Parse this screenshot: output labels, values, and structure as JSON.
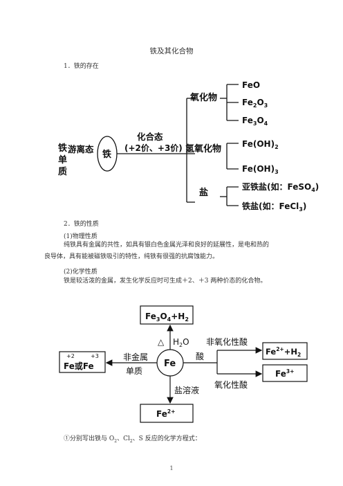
{
  "doc": {
    "title": "铁及其化合物",
    "section1": "1．铁的存在",
    "section2": "2．铁的性质",
    "sub1": "(1)物理性质",
    "para1_line1": "纯铁具有金属的共性，如具有银白色金属光泽和良好的延展性，是电和热的",
    "para1_line2": "良导体，具有能被磁铁吸引的特性，纯铁有很强的抗腐蚀能力。",
    "sub2": "(2)化学性质",
    "para2": "铁是较活泼的金属，发生化学反应时可生成＋2、＋3 两种价态的化合物。",
    "q1_prefix": "①分别写出铁与 O",
    "q1_o2sub": "2",
    "q1_mid1": "、Cl",
    "q1_cl2sub": "2",
    "q1_mid2": "、S 反应的化学方程式：",
    "page_number": "1"
  },
  "diagram1": {
    "tie_danzhi": [
      "铁",
      "单",
      "质"
    ],
    "youlitai": "游离态",
    "tie_circle": "铁",
    "huahetai": "化合态",
    "valence": "(+2价、+3价)",
    "branches": {
      "oxide": "氧化物",
      "hydroxide": "氢氧化物",
      "salt": "盐"
    },
    "oxides": [
      "FeO",
      "Fe2O3",
      "Fe3O4"
    ],
    "hydroxides": [
      "Fe(OH)2",
      "Fe(OH)3"
    ],
    "salts": [
      "亚铁盐(如：FeSO4)",
      "铁盐(如：FeCl3)"
    ]
  },
  "diagram2": {
    "center": "Fe",
    "top_box": "Fe3O4+H2",
    "top_label_delta": "△",
    "top_label": "H2O",
    "left_box": "Fe或Fe",
    "left_charge_a": "+2",
    "left_charge_b": "+3",
    "left_label_1": "非金属",
    "left_label_2": "单质",
    "right_label": "酸",
    "right_upper_label": "非氧化性酸",
    "right_upper_box": "Fe2++H2",
    "right_lower_label": "氧化性酸",
    "right_lower_box": "Fe3+",
    "bottom_label": "盐溶液",
    "bottom_box": "Fe2+"
  }
}
